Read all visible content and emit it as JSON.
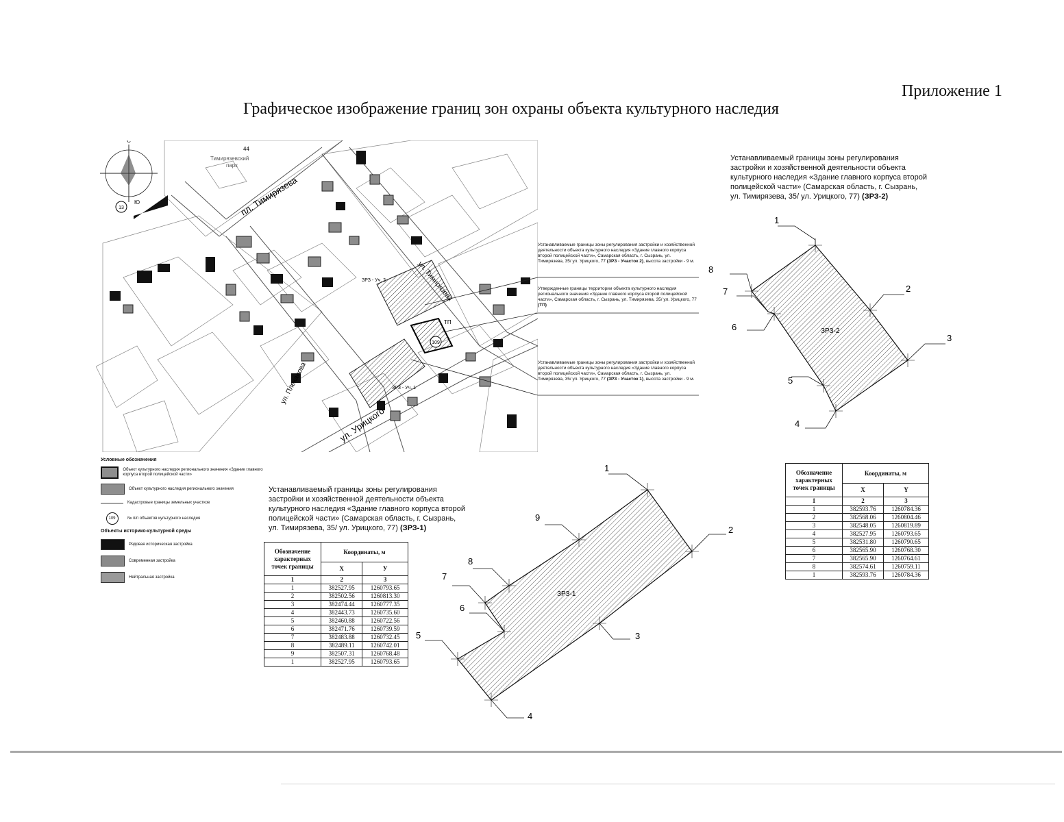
{
  "header": {
    "appendix": "Приложение 1",
    "title": "Графическое изображение границ зон охраны объекта культурного наследия"
  },
  "map": {
    "compass_north": "С",
    "compass_south": "Ю",
    "park_number": "44",
    "park_label_1": "Тимирязевский",
    "park_label_2": "парк",
    "streets": {
      "timiryazeva_square": "пл. Тимирязева",
      "timiryazeva_street": "ул. Тимирязева",
      "plekhanova_street": "ул. Плеханова",
      "uritskogo_street": "ул. Урицкого"
    },
    "markers": {
      "object_number": "109",
      "other_object_number": "13",
      "tp_label": "ТП",
      "zrz2_plot": "ЗРЗ - Уч. 2",
      "zrz1_plot": "ЗРЗ - Уч. 1"
    },
    "callouts": [
      {
        "text": "Устанавливаемые границы зоны регулирования застройки и хозяйственной деятельности объекта культурного наследия «Здание главного корпуса второй полицейской части», Самарская область, г. Сызрань, ул. Тимирязева, 35/ ул. Урицкого, 77",
        "bold": "(ЗРЗ - Участок 2)",
        "tail": ", высота застройки - 9 м."
      },
      {
        "text": "Утвержденные границы территории объекта культурного наследия регионального значения «Здание главного корпуса второй полицейской части», Самарская область, г. Сызрань, ул. Тимирязева, 35/ ул. Урицкого, 77",
        "bold": "(ТП)",
        "tail": ""
      },
      {
        "text": "Устанавливаемые границы зоны регулирования застройки и хозяйственной деятельности объекта культурного наследия «Здание главного корпуса второй полицейской части», Самарская область, г. Сызрань, ул. Тимирязева, 35/ ул. Урицкого, 77",
        "bold": "(ЗРЗ - Участок 1)",
        "tail": ", высота застройки - 9 м."
      }
    ]
  },
  "legend": {
    "title": "Условные обозначения",
    "items": [
      {
        "swatch": "#8e8e8e",
        "text": "Объект культурного наследия регионального значения «Здание главного корпуса второй полицейской части»"
      },
      {
        "swatch": "#8e8e8e",
        "text": "Объект культурного наследия регионального значения"
      },
      {
        "line": true,
        "text": "Кадастровые границы земельных участков"
      },
      {
        "circle": "109",
        "text": "№ п/п объектов культурного наследия"
      }
    ],
    "subtitle": "Объекты историко-культурной среды",
    "env_items": [
      {
        "swatch": "#111111",
        "text": "Рядовая историческая застройка"
      },
      {
        "swatch": "#8a8a8a",
        "text": "Современная застройка"
      },
      {
        "swatch": "#9a9a9a",
        "text": "Нейтральная застройка"
      }
    ]
  },
  "zrz2": {
    "desc": "Устанавливаемый границы зоны регулирования застройки и хозяйственной деятельности объекта культурного наследия «Здание главного корпуса второй полицейской части» (Самарская область, г. Сызрань, ул. Тимирязева, 35/ ул. Урицкого, 77)",
    "desc_bold": "(ЗРЗ-2)",
    "label": "ЗРЗ-2",
    "points": [
      "1",
      "2",
      "3",
      "4",
      "5",
      "6",
      "7",
      "8"
    ],
    "table": {
      "head_point": "Обозначение характерных точек границы",
      "head_coords": "Координаты, м",
      "head_x": "X",
      "head_y": "Y",
      "col_nums": [
        "1",
        "2",
        "3"
      ],
      "rows": [
        [
          "1",
          "382593.76",
          "1260784.36"
        ],
        [
          "2",
          "382568.06",
          "1260804.46"
        ],
        [
          "3",
          "382548.05",
          "1260819.89"
        ],
        [
          "4",
          "382527.95",
          "1260793.65"
        ],
        [
          "5",
          "382531.80",
          "1260790.65"
        ],
        [
          "6",
          "382565.90",
          "1260768.30"
        ],
        [
          "7",
          "382565.90",
          "1260764.61"
        ],
        [
          "8",
          "382574.61",
          "1260759.11"
        ],
        [
          "1",
          "382593.76",
          "1260784.36"
        ]
      ]
    }
  },
  "zrz1": {
    "desc": "Устанавливаемый границы зоны регулирования застройки и хозяйственной деятельности объекта культурного наследия «Здание главного корпуса второй полицейской части» (Самарская область, г. Сызрань, ул. Тимирязева, 35/ ул. Урицкого, 77)",
    "desc_bold": "(ЗРЗ-1)",
    "label": "ЗРЗ-1",
    "points": [
      "1",
      "2",
      "3",
      "4",
      "5",
      "6",
      "7",
      "8",
      "9"
    ],
    "table": {
      "head_point": "Обозначение характерных точек границы",
      "head_coords": "Координаты, м",
      "head_x": "X",
      "head_y": "У",
      "col_nums": [
        "1",
        "2",
        "3"
      ],
      "rows": [
        [
          "1",
          "382527.95",
          "1260793.65"
        ],
        [
          "2",
          "382502.56",
          "1260813.30"
        ],
        [
          "3",
          "382474.44",
          "1260777.35"
        ],
        [
          "4",
          "382443.73",
          "1260735.60"
        ],
        [
          "5",
          "382460.88",
          "1260722.56"
        ],
        [
          "6",
          "382471.76",
          "1260739.59"
        ],
        [
          "7",
          "382483.88",
          "1260732.45"
        ],
        [
          "8",
          "382489.11",
          "1260742.01"
        ],
        [
          "9",
          "382507.31",
          "1260768.48"
        ],
        [
          "1",
          "382527.95",
          "1260793.65"
        ]
      ]
    }
  }
}
